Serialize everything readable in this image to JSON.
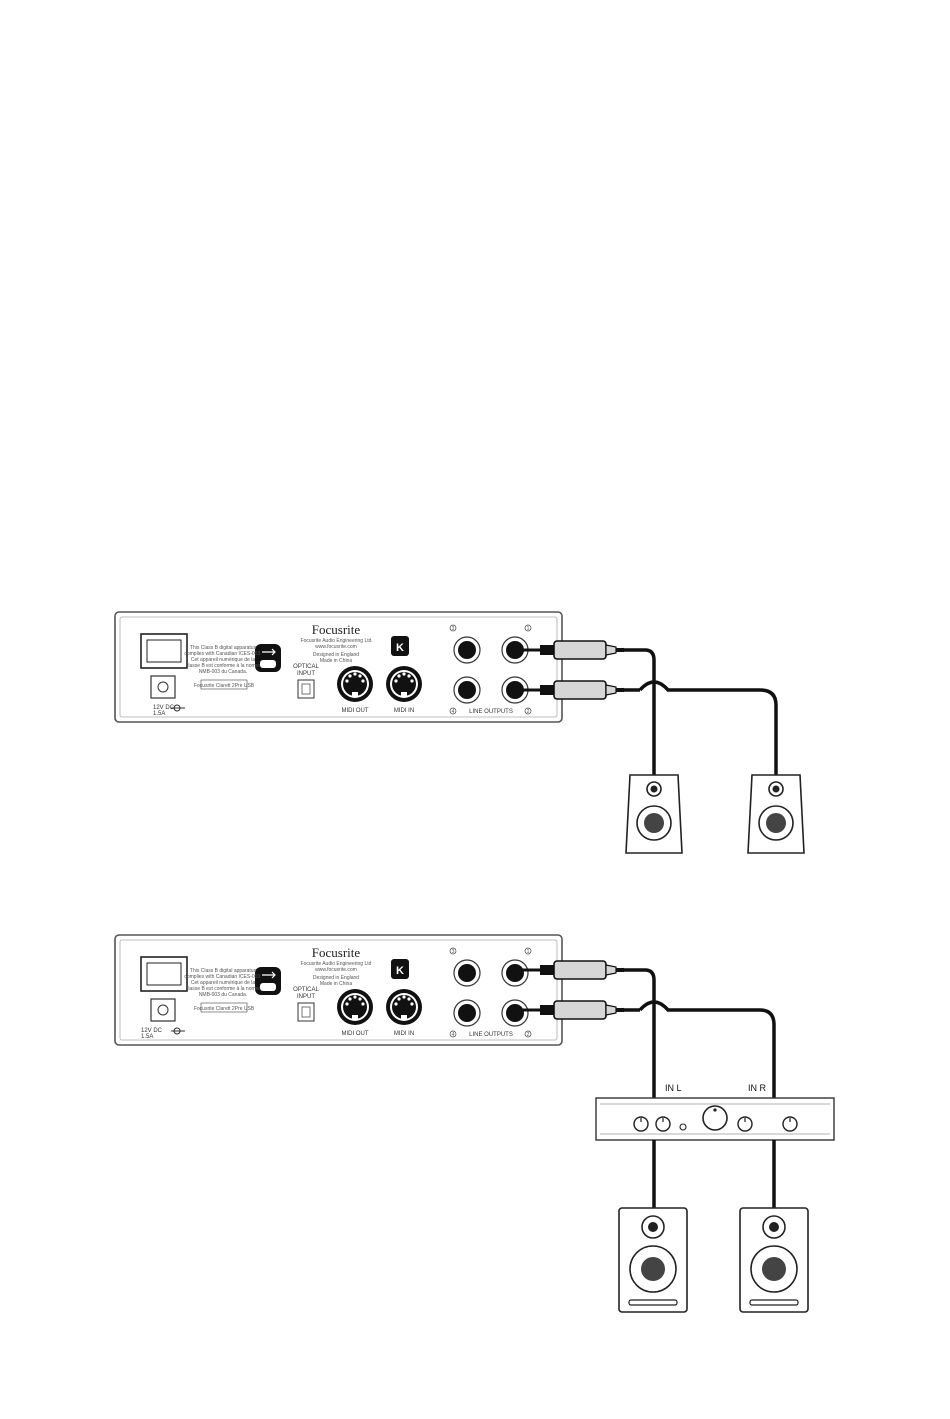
{
  "device": {
    "brand": "Focusrite",
    "company": "Focusrite Audio Engineering Ltd",
    "website": "www.focusrite.com",
    "designed": "Designed in England",
    "made": "Made in China",
    "compliance": [
      "This Class B digital apparatus",
      "complies with Canadian ICES-003.",
      "Cet appareil numérique de la",
      "classe B est conforme à la norme",
      "NMB-003 du Canada."
    ],
    "fcc": "Focusrite Clarett 2Pre USB",
    "power_label": "12V DC",
    "power_current": "1.5A",
    "optical_line1": "OPTICAL",
    "optical_line2": "INPUT",
    "midi_out": "MIDI OUT",
    "midi_in": "MIDI IN",
    "line_outputs": "LINE OUTPUTS",
    "output_numbers": [
      "3",
      "1",
      "4",
      "2"
    ]
  },
  "amp": {
    "in_left": "IN L",
    "in_right": "IN R"
  }
}
